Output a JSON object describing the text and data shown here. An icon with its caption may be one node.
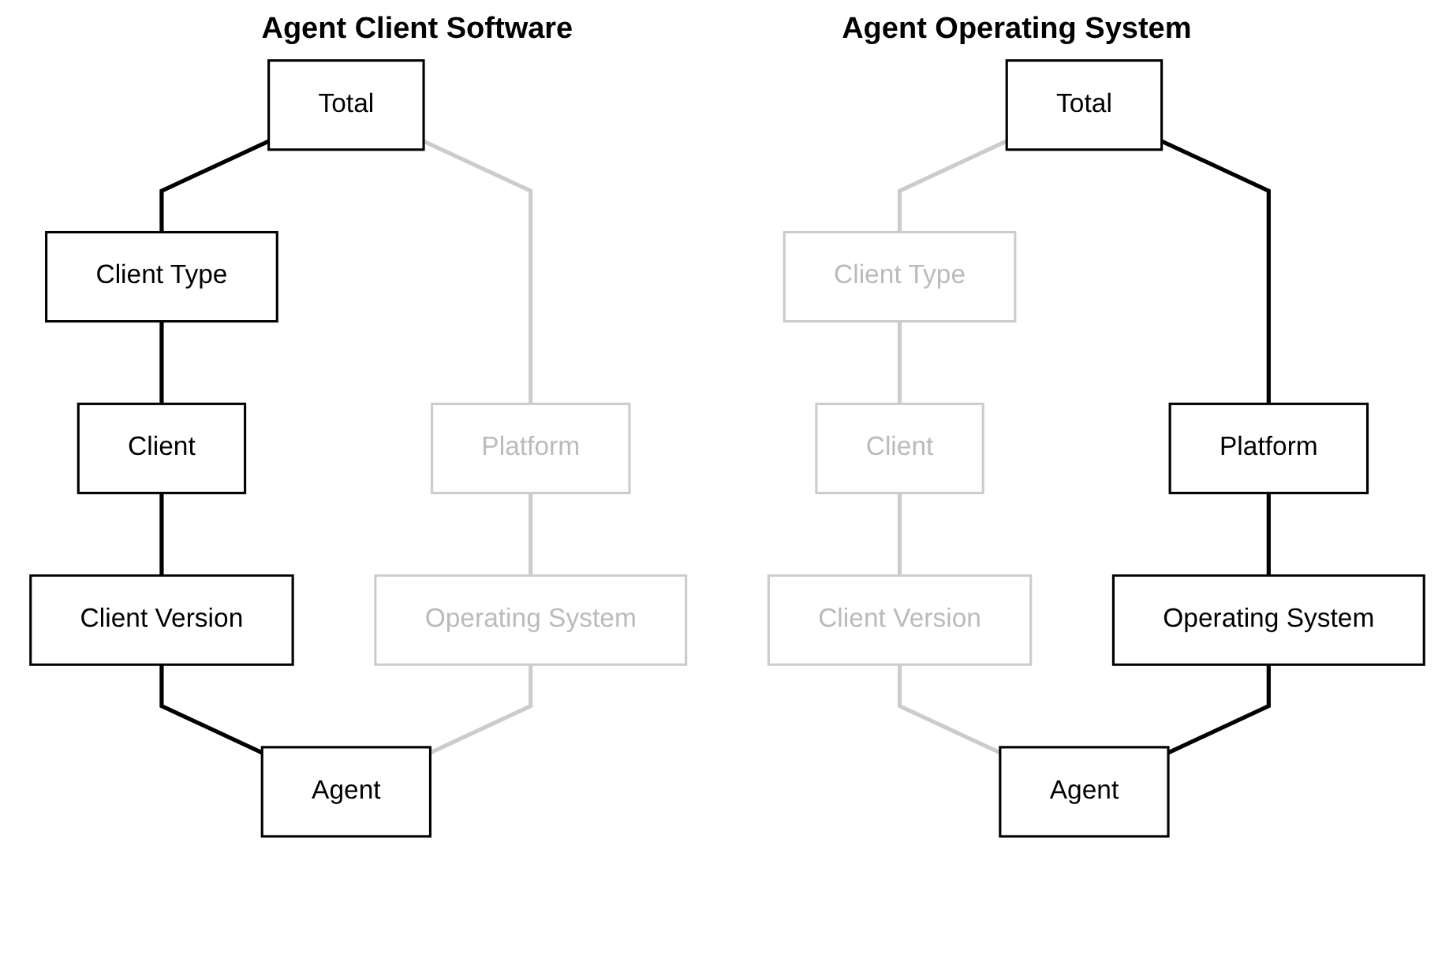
{
  "diagram": {
    "nodes": [
      {
        "text": [
          "Total"
        ]
      },
      {
        "text": [
          "Client Type"
        ]
      },
      {
        "text": [
          "Client"
        ]
      },
      {
        "text": [
          "Client Version"
        ]
      },
      {
        "text": [
          "Platform"
        ]
      },
      {
        "text": [
          "Operating System"
        ]
      },
      {
        "text": [
          "Agent"
        ]
      },
      {
        "text": [
          "Total"
        ]
      },
      {
        "text": [
          "Client Type"
        ]
      },
      {
        "text": [
          "Client"
        ]
      },
      {
        "text": [
          "Client Version"
        ]
      },
      {
        "text": [
          "Platform"
        ]
      },
      {
        "text": [
          "Operating System"
        ]
      },
      {
        "text": [
          "Agent"
        ]
      }
    ],
    "edges": [
      {
        "from": 0,
        "to": 1,
        "arrow": "none"
      },
      {
        "from": 1,
        "to": 2,
        "arrow": "none"
      },
      {
        "from": 2,
        "to": 3,
        "arrow": "none"
      },
      {
        "from": 3,
        "to": 6,
        "arrow": "none"
      },
      {
        "from": 0,
        "to": 4,
        "arrow": "none",
        "color": "#cccccc"
      },
      {
        "from": 4,
        "to": 5,
        "arrow": "none",
        "color": "#cccccc"
      },
      {
        "from": 5,
        "to": 6,
        "arrow": "none",
        "color": "#cccccc"
      },
      {
        "from": 7,
        "to": 8,
        "arrow": "none",
        "color": "#cccccc"
      },
      {
        "from": 8,
        "to": 9,
        "arrow": "none",
        "color": "#cccccc"
      },
      {
        "from": 9,
        "to": 10,
        "arrow": "none",
        "color": "#cccccc"
      },
      {
        "from": 10,
        "to": 13,
        "arrow": "none",
        "color": "#cccccc"
      },
      {
        "from": 7,
        "to": 11,
        "arrow": "none"
      },
      {
        "from": 11,
        "to": 12,
        "arrow": "none"
      },
      {
        "from": 12,
        "to": 13,
        "arrow": "none"
      }
    ],
    "labels": [
      "Agent Client Software",
      "Agent Operating System"
    ]
  }
}
